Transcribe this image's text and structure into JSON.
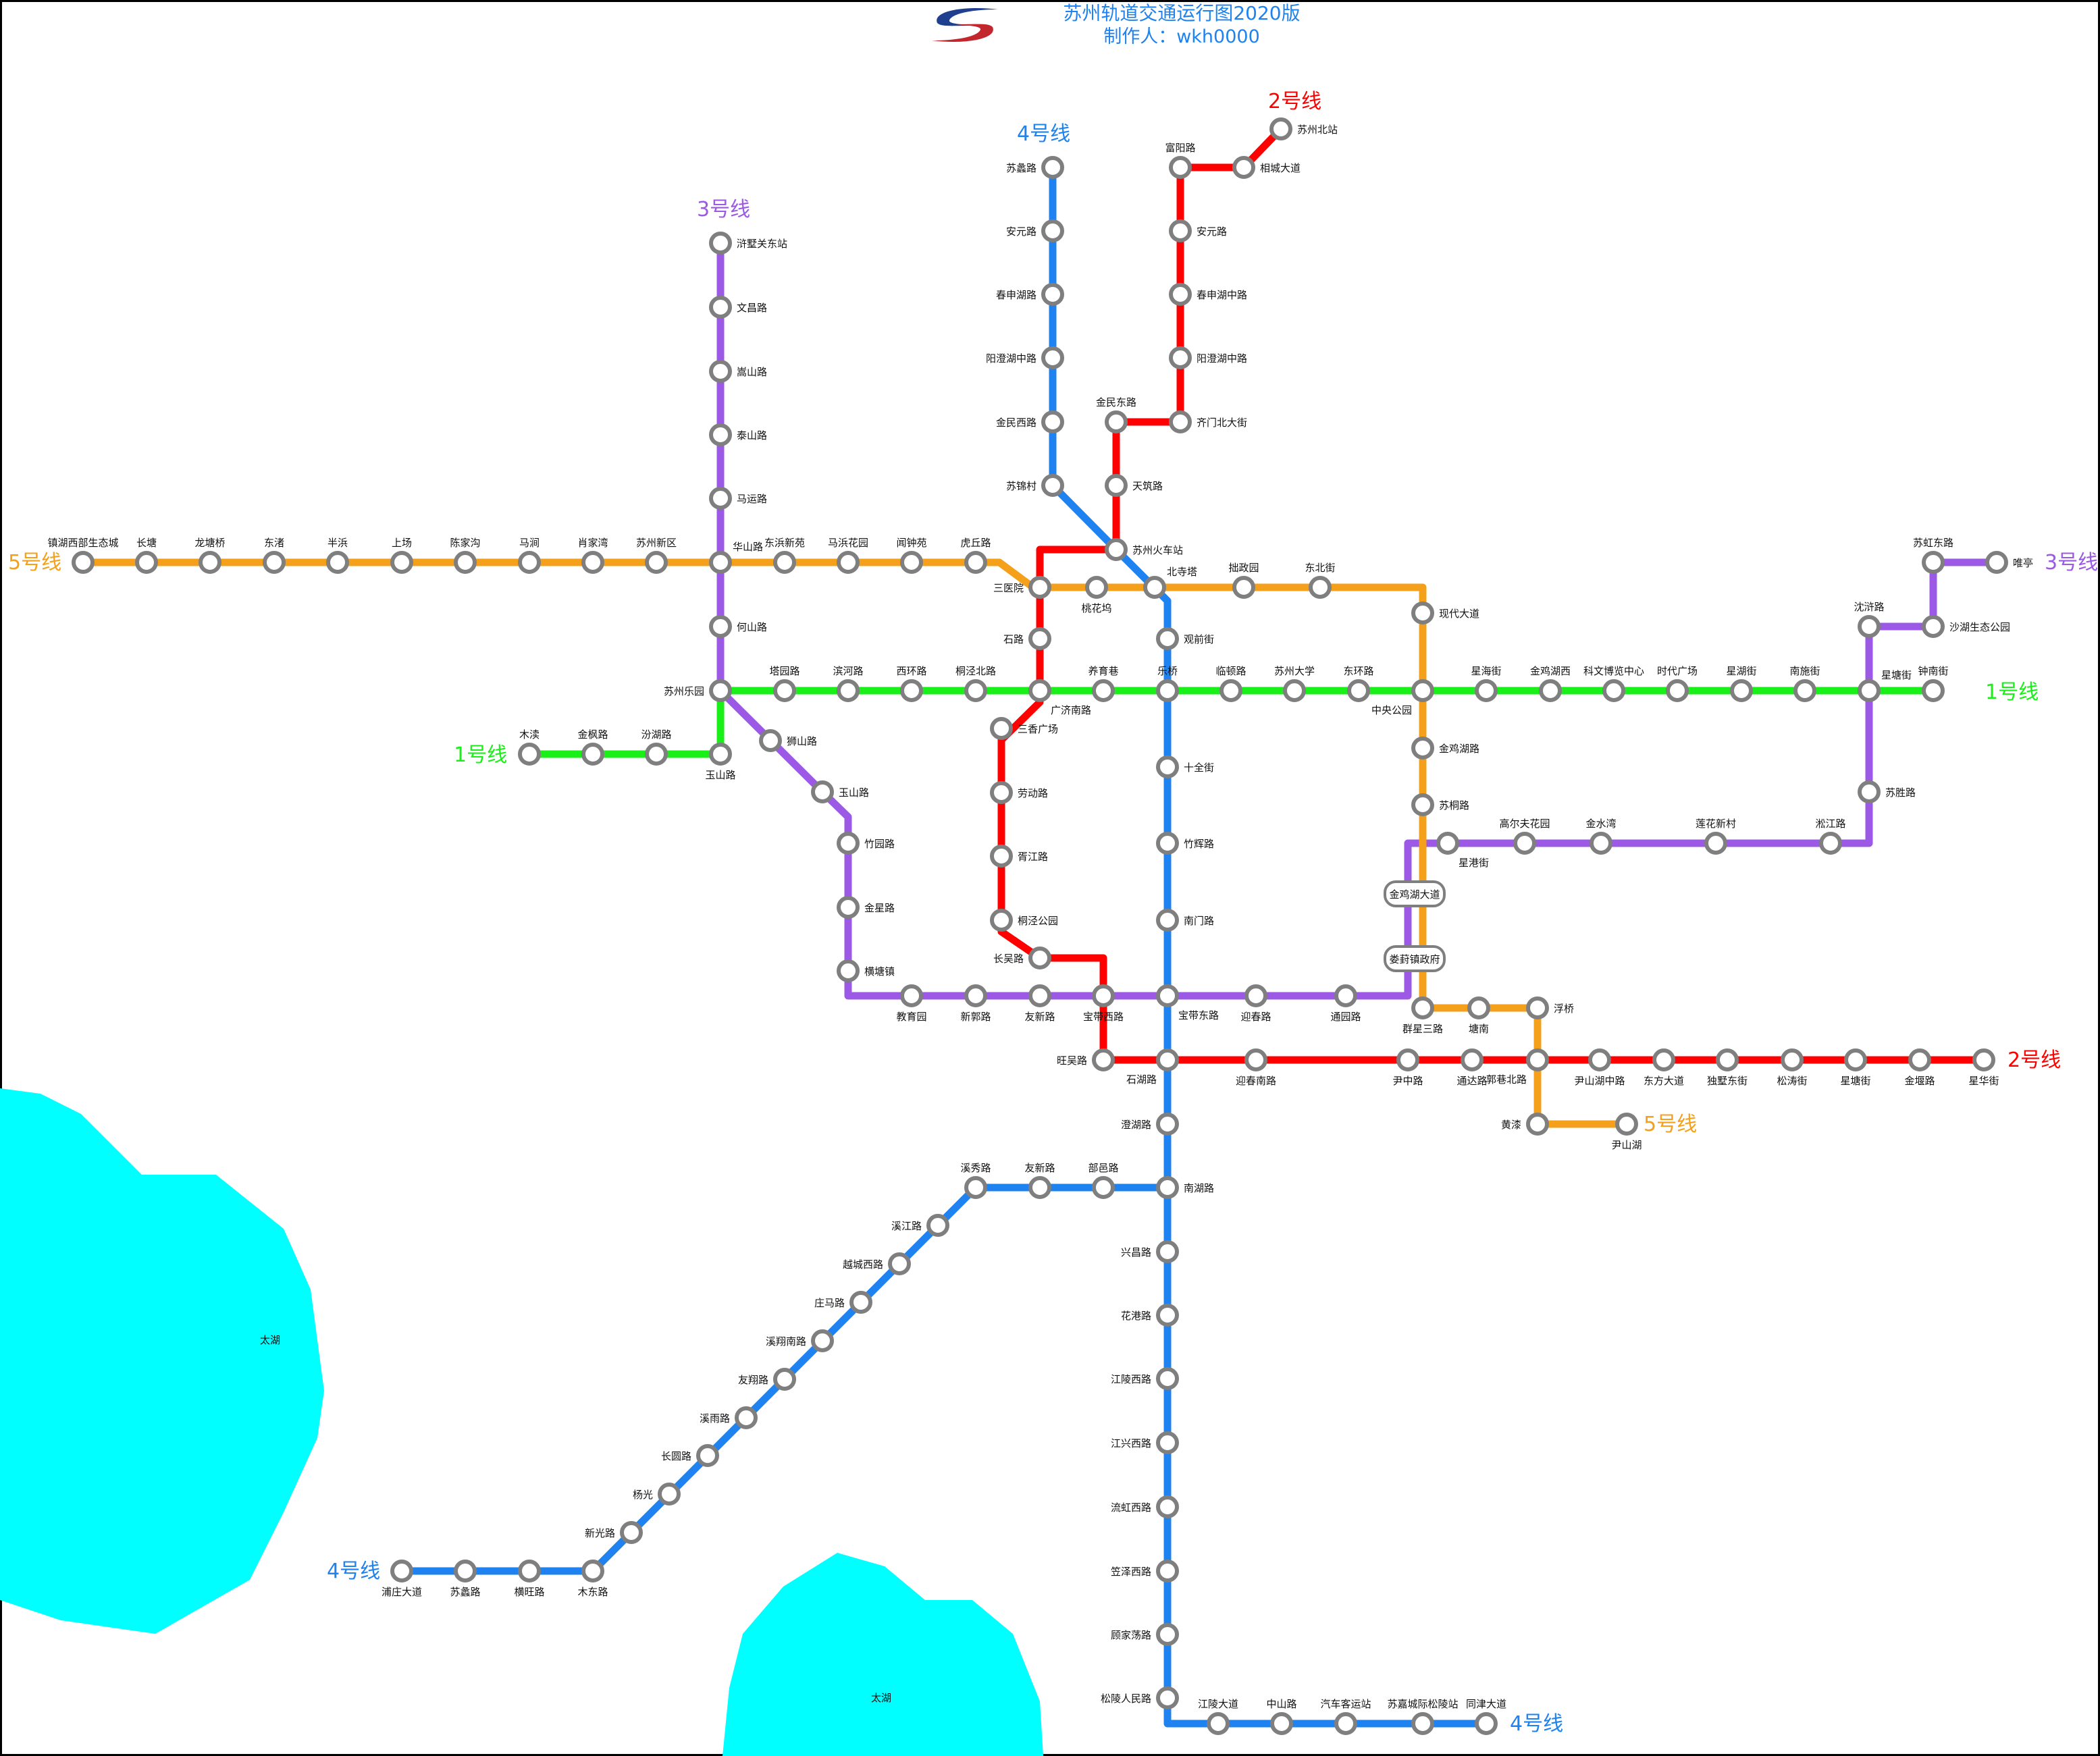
{
  "header": {
    "title": "苏州轨道交通运行图2020版",
    "subtitle": "制作人：wkh0000"
  },
  "colors": {
    "line1": "#18f018",
    "line2": "#ff0000",
    "line3": "#9b59e6",
    "line4": "#1e82f0",
    "line5": "#f5a01a",
    "lake": "#00ffff",
    "station_stroke": "#7f7f7f",
    "station_fill": "#ffffff"
  },
  "lakes": [
    {
      "name": "太湖"
    },
    {
      "name": "太湖"
    }
  ],
  "lines": [
    {
      "id": "line1",
      "name": "1号线",
      "color": "#18f018",
      "terminal_labels": [
        "1号线",
        "1号线"
      ],
      "stations": [
        "木渎",
        "金枫路",
        "汾湖路",
        "玉山路",
        "苏州乐园",
        "塔园路",
        "滨河路",
        "西环路",
        "桐泾北路",
        "广济南路",
        "养育巷",
        "乐桥",
        "临顿路",
        "苏州大学",
        "东环路",
        "中央公园",
        "星海街",
        "金鸡湖西",
        "科文博览中心",
        "时代广场",
        "星湖街",
        "南施街",
        "星塘街",
        "钟南街"
      ]
    },
    {
      "id": "line2",
      "name": "2号线",
      "color": "#ff0000",
      "terminal_labels": [
        "2号线",
        "2号线"
      ],
      "stations": [
        "苏州北站",
        "相城大道",
        "富阳路",
        "安元路",
        "春申湖中路",
        "阳澄湖中路",
        "齐门北大街",
        "金民东路",
        "天筑路",
        "苏州火车站",
        "三医院",
        "石路",
        "广济南路",
        "三香广场",
        "劳动路",
        "胥江路",
        "桐泾公园",
        "长吴路",
        "宝带西路",
        "旺吴路",
        "石湖路",
        "迎春南路",
        "尹中路",
        "通达路",
        "郭巷北路",
        "尹山湖中路",
        "东方大道",
        "独墅东街",
        "松涛街",
        "星塘街",
        "金堰路",
        "星华街"
      ]
    },
    {
      "id": "line3",
      "name": "3号线",
      "color": "#9b59e6",
      "terminal_labels": [
        "3号线",
        "3号线"
      ],
      "stations": [
        "浒墅关东站",
        "文昌路",
        "嵩山路",
        "泰山路",
        "马运路",
        "华山路",
        "何山路",
        "苏州乐园",
        "狮山路",
        "玉山路",
        "竹园路",
        "金星路",
        "横塘镇",
        "教育园",
        "新郭路",
        "友新路",
        "宝带西路",
        "宝带东路",
        "迎春路",
        "通园路",
        "群星三路",
        "娄葑镇政府",
        "金鸡湖大道",
        "星港街",
        "高尔夫花园",
        "金水湾",
        "莲花新村",
        "淞江路",
        "苏胜路",
        "星塘街",
        "沈浒路",
        "沙湖生态公园",
        "苏虹东路",
        "唯亭"
      ]
    },
    {
      "id": "line4",
      "name": "4号线",
      "color": "#1e82f0",
      "terminal_labels": [
        "4号线",
        "4号线",
        "4号线"
      ],
      "stations": [
        "苏蠡路",
        "安元路",
        "春申湖路",
        "阳澄湖中路",
        "金民西路",
        "苏锦村",
        "苏州火车站",
        "北寺塔",
        "观前街",
        "乐桥",
        "十全街",
        "竹辉路",
        "南门路",
        "宝带东路",
        "石湖路",
        "澄湖路",
        "南湖路",
        "兴昌路",
        "花港路",
        "江陵西路",
        "江兴西路",
        "流虹西路",
        "笠泽西路",
        "顾家荡路",
        "松陵人民路",
        "江陵大道",
        "中山路",
        "汽车客运站",
        "苏嘉城际松陵站",
        "同津大道"
      ],
      "branch_stations": [
        "浦庄大道",
        "苏蠡路",
        "横旺路",
        "木东路",
        "新光路",
        "杨光",
        "长圆路",
        "溪雨路",
        "友翔路",
        "溪翔南路",
        "庄马路",
        "越城西路",
        "溪江路",
        "溪秀路",
        "友新路",
        "部邑路",
        "南湖路"
      ]
    },
    {
      "id": "line5",
      "name": "5号线",
      "color": "#f5a01a",
      "terminal_labels": [
        "5号线",
        "5号线"
      ],
      "stations": [
        "镇湖西部生态城",
        "长塘",
        "龙塘桥",
        "东渚",
        "半浜",
        "上场",
        "陈家沟",
        "马涧",
        "肖家湾",
        "苏州新区",
        "华山路",
        "东浜新苑",
        "马浜花园",
        "闻钟苑",
        "虎丘路",
        "三医院",
        "桃花坞",
        "北寺塔",
        "拙政园",
        "东北街",
        "现代大道",
        "中央公园",
        "金鸡湖路",
        "苏桐路",
        "星港街",
        "金鸡湖大道",
        "娄葑镇政府",
        "群星三路",
        "塘南",
        "浮桥",
        "郭巷北路",
        "黄漆",
        "尹山湖"
      ]
    }
  ],
  "labels": {
    "box_stations": [
      "金鸡湖大道",
      "娄葑镇政府"
    ]
  }
}
